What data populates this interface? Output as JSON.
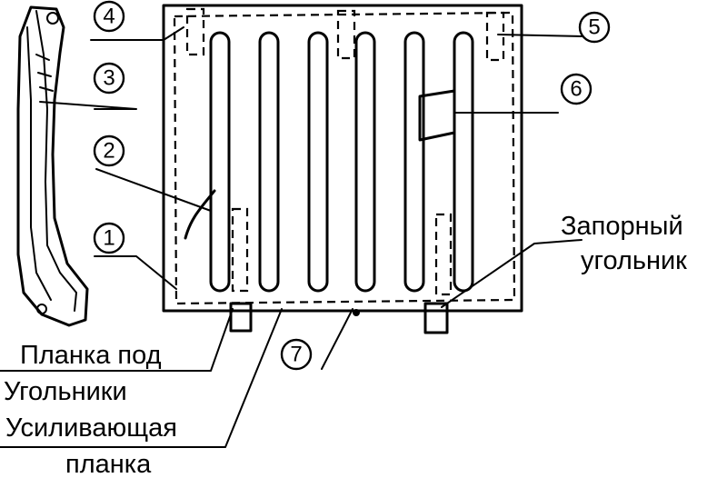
{
  "callouts": [
    "1",
    "2",
    "3",
    "4",
    "5",
    "6",
    "7"
  ],
  "labels": {
    "lock_corner_line1": "Запорный",
    "lock_corner_line2": "угольник",
    "bar_under": "Планка под",
    "corners": "Угольники",
    "reinforcing_line1": "Усиливающая",
    "reinforcing_line2": "планка"
  }
}
